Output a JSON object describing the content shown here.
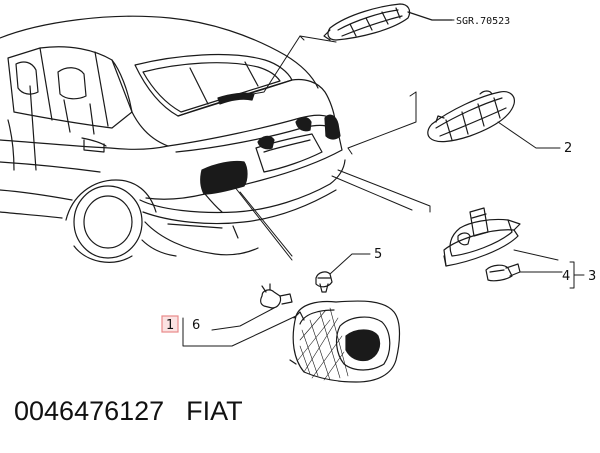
{
  "reference_code": "SGR.70523",
  "callouts": {
    "c1": "1",
    "c2": "2",
    "c3": "3",
    "c4": "4",
    "c5": "5",
    "c6": "6"
  },
  "footer": {
    "part_number": "0046476127",
    "brand": "FIAT"
  },
  "colors": {
    "line": "#1a1a1a",
    "highlight_box": "#e88a8a",
    "background": "#ffffff"
  }
}
